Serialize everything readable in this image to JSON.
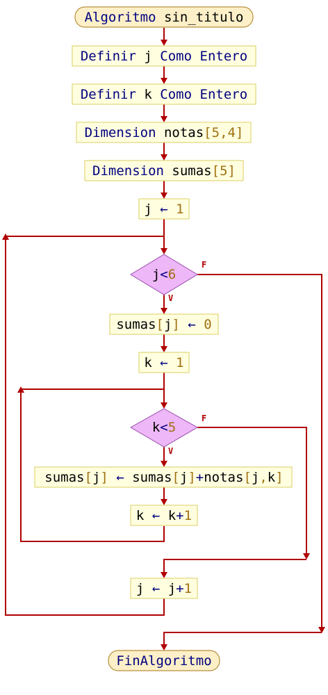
{
  "start": {
    "kw": "Algoritmo",
    "name": "sin_titulo"
  },
  "def_j": {
    "kw1": "Definir",
    "v": "j",
    "kw2": "Como",
    "kw3": "Entero"
  },
  "def_k": {
    "kw1": "Definir",
    "v": "k",
    "kw2": "Como",
    "kw3": "Entero"
  },
  "dim_notas": {
    "kw": "Dimension",
    "v": "notas",
    "lb": "[",
    "n1": "5",
    "comma": ",",
    "n2": "4",
    "rb": "]"
  },
  "dim_sumas": {
    "kw": "Dimension",
    "v": "sumas",
    "lb": "[",
    "n1": "5",
    "rb": "]"
  },
  "arrow_op": "←",
  "assign_j1": {
    "v": "j",
    "val": "1"
  },
  "cond_j": {
    "v": "j",
    "op": "<",
    "val": "6"
  },
  "assign_sumas0": {
    "v": "sumas",
    "lb": "[",
    "idx": "j",
    "rb": "]",
    "val": "0"
  },
  "assign_k1": {
    "v": "k",
    "val": "1"
  },
  "cond_k": {
    "v": "k",
    "op": "<",
    "val": "5"
  },
  "assign_sum": {
    "v1": "sumas",
    "lb": "[",
    "i1": "j",
    "rb": "]",
    "v2": "sumas",
    "i2": "j",
    "plus": "+",
    "v3": "notas",
    "i3a": "j",
    "comma": ",",
    "i3b": "k"
  },
  "inc_k": {
    "v": "k",
    "v2": "k",
    "plus": "+",
    "val": "1"
  },
  "inc_j": {
    "v": "j",
    "v2": "j",
    "plus": "+",
    "val": "1"
  },
  "end": {
    "kw": "FinAlgoritmo"
  },
  "labels": {
    "true": "V",
    "false": "F"
  }
}
